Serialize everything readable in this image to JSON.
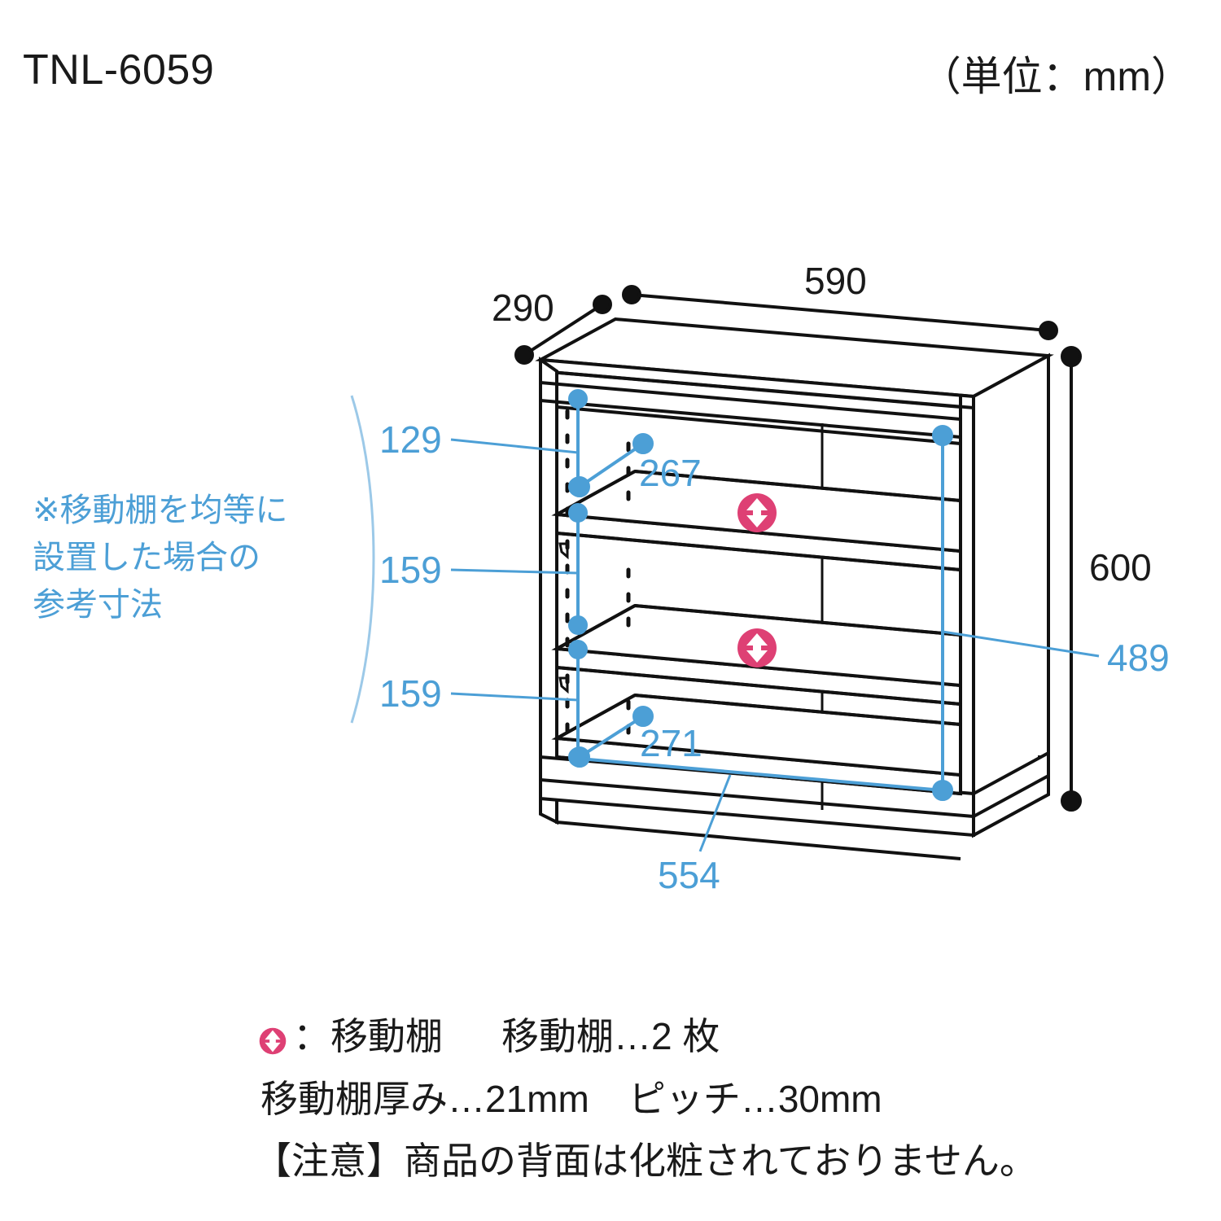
{
  "header": {
    "model_code": "TNL-6059",
    "unit_note": "（単位：mm）"
  },
  "note": {
    "text": "※移動棚を均等に\n設置した場合の\n参考寸法"
  },
  "colors": {
    "blue": "#4c9fd6",
    "pink": "#de4074",
    "line": "#111111"
  },
  "dimensions": {
    "outer": [
      {
        "id": "depth",
        "value": "290",
        "unit": "mm",
        "color": "black"
      },
      {
        "id": "width",
        "value": "590",
        "unit": "mm",
        "color": "black"
      },
      {
        "id": "height",
        "value": "600",
        "unit": "mm",
        "color": "black"
      }
    ],
    "inner": [
      {
        "id": "top-gap-height",
        "value": "129",
        "unit": "mm",
        "color": "blue"
      },
      {
        "id": "shelf-gap-height-1",
        "value": "159",
        "unit": "mm",
        "color": "blue"
      },
      {
        "id": "shelf-gap-height-2",
        "value": "159",
        "unit": "mm",
        "color": "blue"
      },
      {
        "id": "top-inner-depth",
        "value": "267",
        "unit": "mm",
        "color": "blue"
      },
      {
        "id": "bottom-inner-depth",
        "value": "271",
        "unit": "mm",
        "color": "blue"
      },
      {
        "id": "inner-height",
        "value": "489",
        "unit": "mm",
        "color": "blue"
      },
      {
        "id": "inner-width",
        "value": "554",
        "unit": "mm",
        "color": "blue"
      }
    ]
  },
  "legend": {
    "icon_name": "movable-shelf-icon",
    "icon_separator": "：",
    "icon_label": "移動棚",
    "shelf_count_label": "移動棚…2 枚",
    "thickness_label": "移動棚厚み…21mm",
    "pitch_label": "ピッチ…30mm",
    "caution_label": "【注意】商品の背面は化粧されておりません。"
  }
}
